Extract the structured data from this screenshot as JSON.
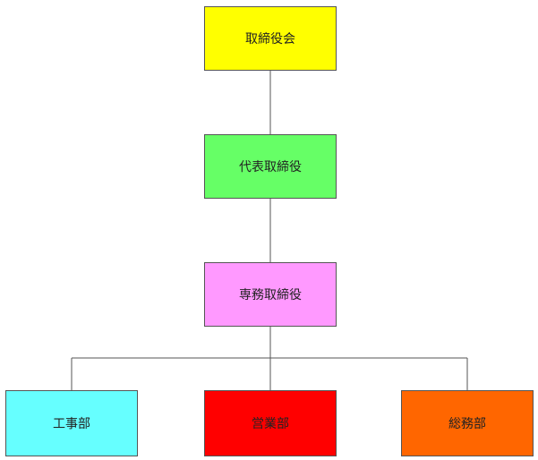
{
  "nodes": {
    "board": {
      "label": "取締役会",
      "color": "#ffff00"
    },
    "president": {
      "label": "代表取締役",
      "color": "#66ff66"
    },
    "senior": {
      "label": "専務取締役",
      "color": "#ff99ff"
    },
    "construction_dept": {
      "label": "工事部",
      "color": "#66ffff"
    },
    "sales_dept": {
      "label": "営業部",
      "color": "#ff0000"
    },
    "admin_dept": {
      "label": "総務部",
      "color": "#ff6600"
    }
  },
  "edges": [
    [
      "board",
      "president"
    ],
    [
      "president",
      "senior"
    ],
    [
      "senior",
      "construction_dept"
    ],
    [
      "senior",
      "sales_dept"
    ],
    [
      "senior",
      "admin_dept"
    ]
  ]
}
